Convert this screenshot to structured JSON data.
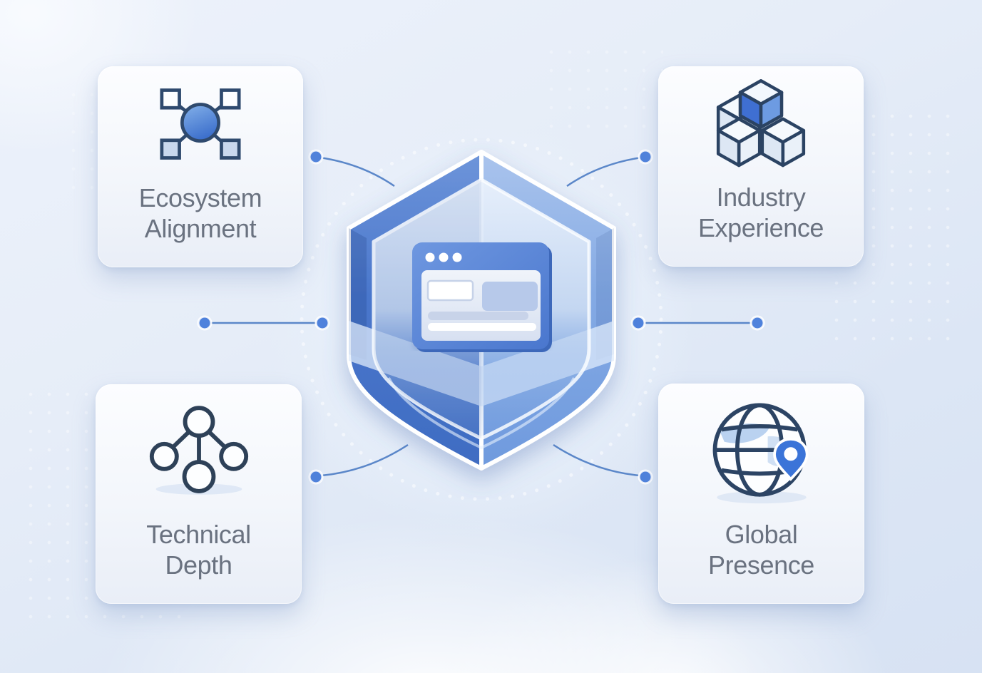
{
  "diagram": {
    "center": {
      "icon": "shield-browser-icon"
    },
    "cards": [
      {
        "id": "ecosystem-alignment",
        "label": "Ecosystem Alignment",
        "icon": "network-nodes-icon",
        "position": "top-left"
      },
      {
        "id": "industry-experience",
        "label": "Industry Experience",
        "icon": "stacked-cubes-icon",
        "position": "top-right"
      },
      {
        "id": "technical-depth",
        "label": "Technical Depth",
        "icon": "hierarchy-tree-icon",
        "position": "bottom-left"
      },
      {
        "id": "global-presence",
        "label": "Global Presence",
        "icon": "globe-location-pin-icon",
        "position": "bottom-right"
      }
    ],
    "connectors": [
      "top-left-curve",
      "top-right-curve",
      "middle-left-line",
      "middle-right-line",
      "bottom-left-curve",
      "bottom-right-curve"
    ],
    "colors": {
      "shield_left": "#4a77cc",
      "shield_right": "#84aae4",
      "shield_deep": "#3f6cc2",
      "glass": "#dce7f6",
      "window_blue": "#5b86d6",
      "connector_line": "#5b87c9",
      "connector_dot": "#4f82dc",
      "icon_stroke": "#2c4464",
      "icon_blue_fill": "#4478d4",
      "card_text": "#6a7280",
      "background": "#e3ebf7"
    }
  }
}
